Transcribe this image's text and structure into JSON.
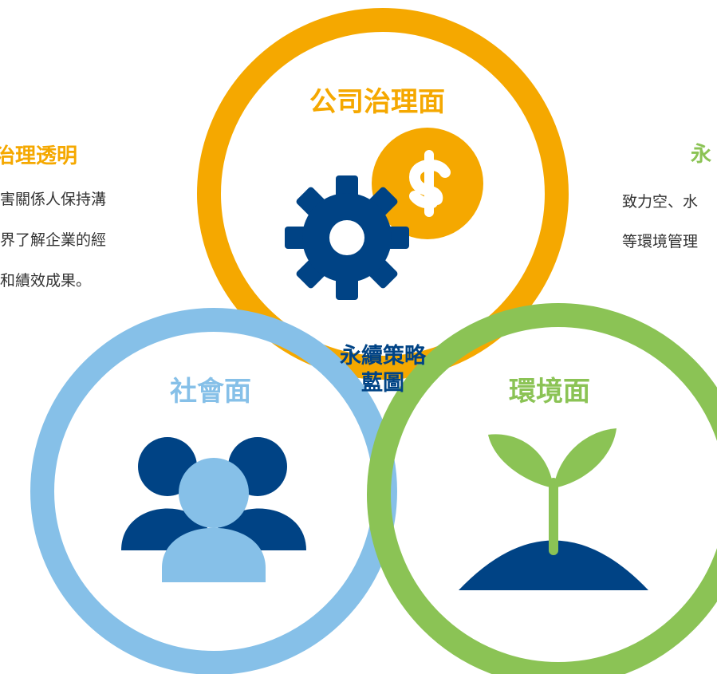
{
  "colors": {
    "governance": "#F5A800",
    "social": "#86C0E8",
    "environment": "#8BC355",
    "navy": "#004385",
    "text": "#333333"
  },
  "center": {
    "line1": "永續策略",
    "line2": "藍圖"
  },
  "petals": {
    "governance": {
      "label": "公司治理面",
      "icon": "gear-dollar-icon"
    },
    "social": {
      "label": "社會面",
      "icon": "people-group-icon"
    },
    "environment": {
      "label": "環境面",
      "icon": "sprout-icon"
    }
  },
  "left_panel": {
    "title": "治理透明",
    "lines": [
      "害關係人保持溝",
      "界了解企業的經",
      "和績效成果。"
    ]
  },
  "right_panel": {
    "title": "永",
    "lines": [
      "致力空、水",
      "等環境管理"
    ]
  }
}
